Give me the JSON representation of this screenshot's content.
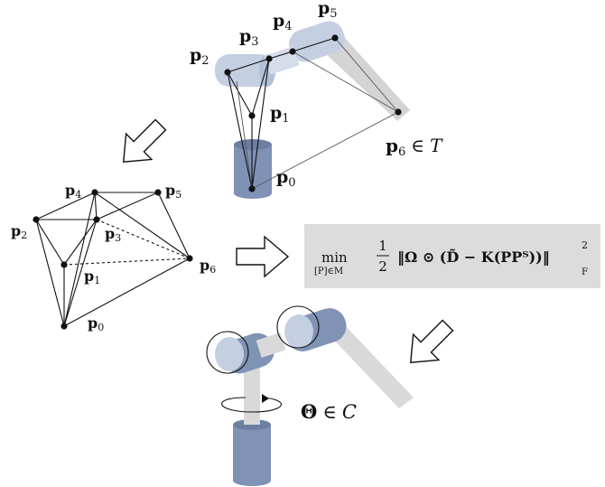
{
  "top_robot": {
    "labels": [
      {
        "id": "p2",
        "base": "p",
        "sub": "2"
      },
      {
        "id": "p3",
        "base": "p",
        "sub": "3"
      },
      {
        "id": "p4",
        "base": "p",
        "sub": "4"
      },
      {
        "id": "p5",
        "base": "p",
        "sub": "5"
      },
      {
        "id": "p1",
        "base": "p",
        "sub": "1"
      },
      {
        "id": "p0",
        "base": "p",
        "sub": "0"
      }
    ],
    "p6_label": {
      "base": "p",
      "sub": "6",
      "rel": "∈",
      "set": "T"
    }
  },
  "graph": {
    "labels": [
      {
        "id": "p4",
        "base": "p",
        "sub": "4"
      },
      {
        "id": "p5",
        "base": "p",
        "sub": "5"
      },
      {
        "id": "p2",
        "base": "p",
        "sub": "2"
      },
      {
        "id": "p3",
        "base": "p",
        "sub": "3"
      },
      {
        "id": "p1",
        "base": "p",
        "sub": "1"
      },
      {
        "id": "p6",
        "base": "p",
        "sub": "6"
      },
      {
        "id": "p0",
        "base": "p",
        "sub": "0"
      }
    ]
  },
  "optimization": {
    "min_word": "min",
    "min_subscript": "[P]∈M",
    "fraction_num": "1",
    "fraction_den": "2",
    "body": "‖Ω ⊙ (D̃ − K(PPᵀ))‖",
    "norm_power": "2",
    "norm_sub": "F"
  },
  "bottom_robot": {
    "label_base": "Θ",
    "rel": "∈",
    "set": "C"
  },
  "colors": {
    "link_blue": "#8093b5",
    "link_blue_dark": "#6f82a6",
    "light_blue": "#c3cde0",
    "gray_bar": "#d9d9d9",
    "formula_bg": "#dcdcdc"
  }
}
